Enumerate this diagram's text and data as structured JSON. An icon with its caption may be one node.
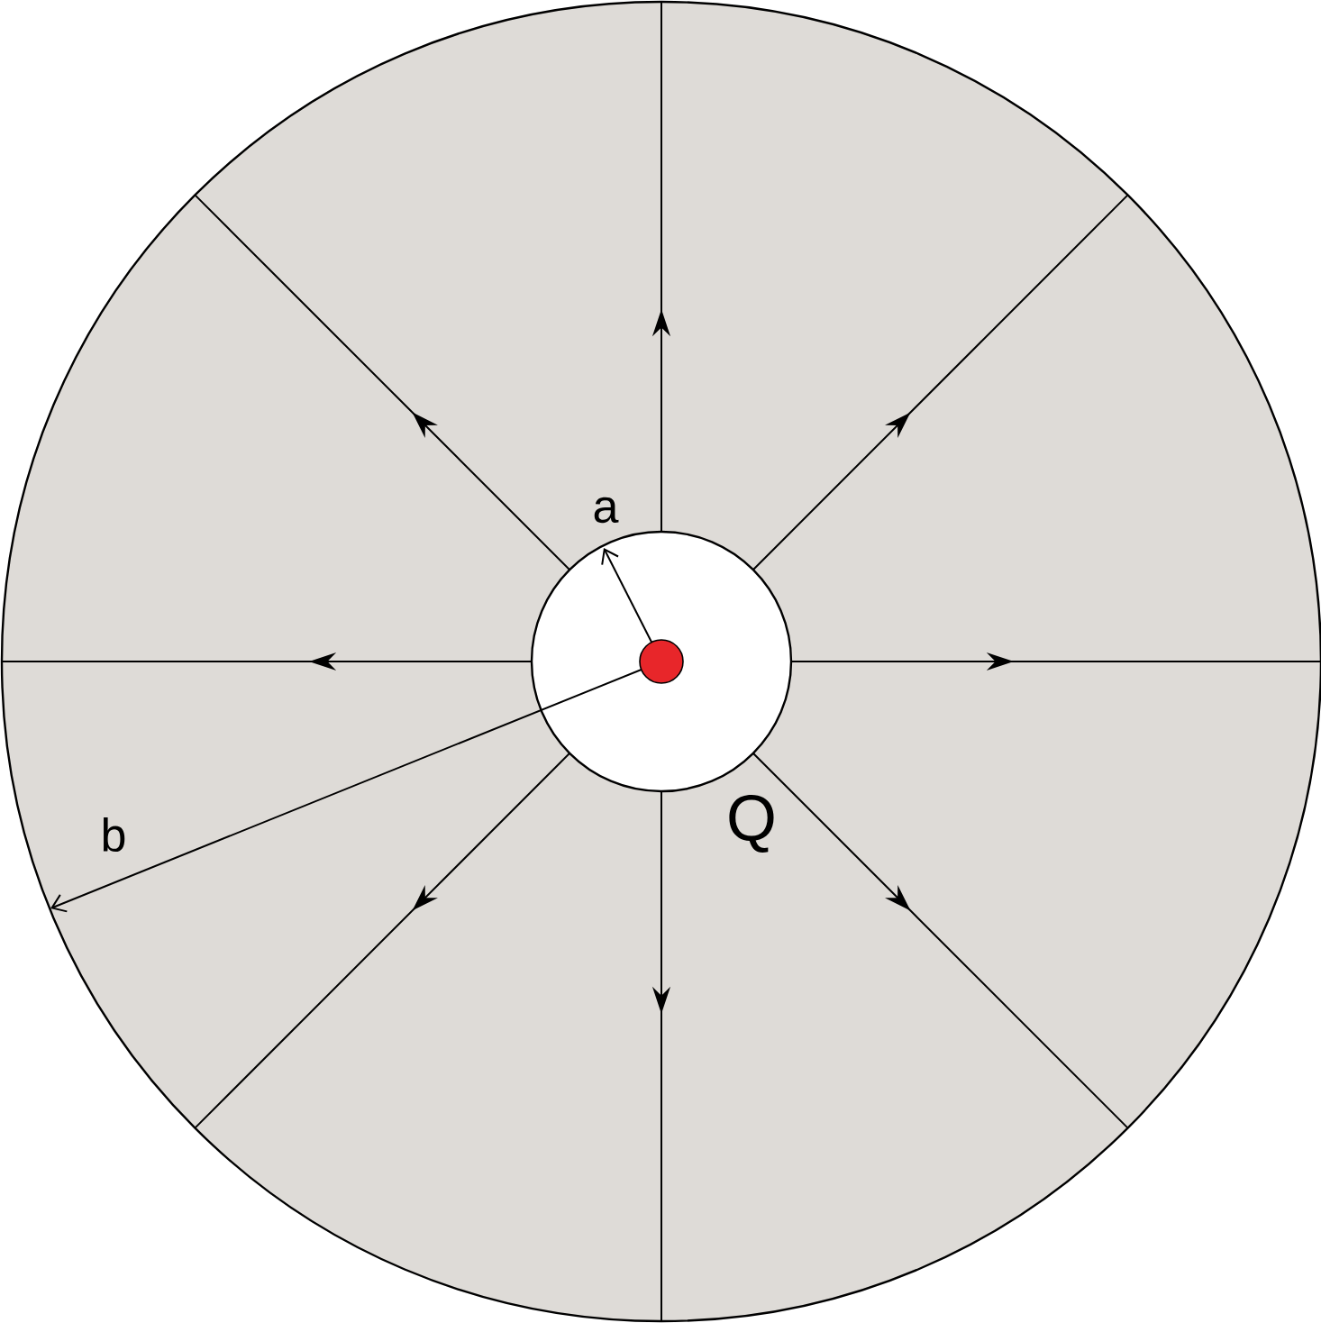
{
  "diagram": {
    "labels": [
      "a",
      "b",
      "Q"
    ]
  }
}
